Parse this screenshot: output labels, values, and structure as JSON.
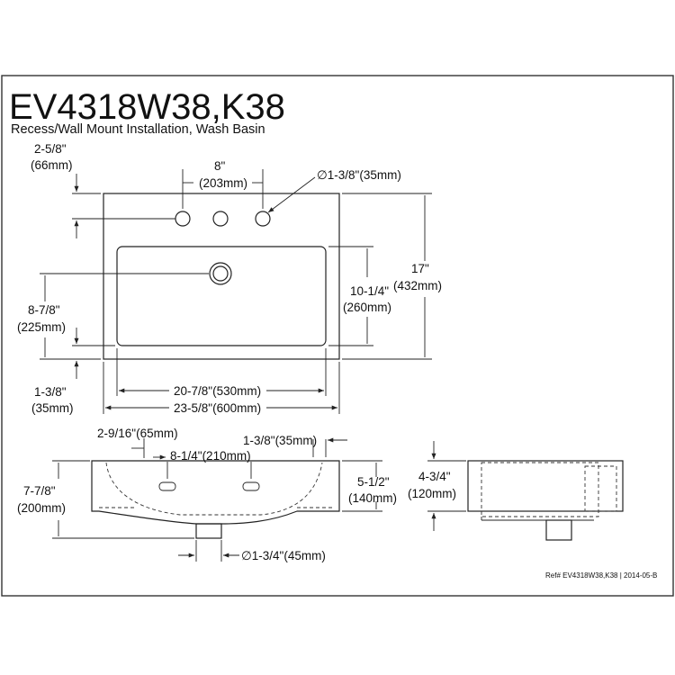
{
  "header": {
    "model": "EV4318W38,K38",
    "subtitle": "Recess/Wall Mount Installation, Wash Basin"
  },
  "top_view": {
    "back_edge_to_holes": [
      "2-5/8\"",
      "(66mm)"
    ],
    "hole_spread": [
      "8\"",
      "(203mm)"
    ],
    "hole_diameter": "∅1-3/8\"(35mm)",
    "depth": [
      "17\"",
      "(432mm)"
    ],
    "bowl_depth": [
      "10-1/4\"",
      "(260mm)"
    ],
    "drain_to_front": [
      "8-7/8\"",
      "(225mm)"
    ],
    "front_lip": [
      "1-3/8\"",
      "(35mm)"
    ],
    "bowl_width": "20-7/8\"(530mm)",
    "overall_width": "23-5/8\"(600mm)"
  },
  "front_view": {
    "overflow_offset": "2-9/16\"(65mm)",
    "overflow_spread": "8-1/4\"(210mm)",
    "rim_to_overflow": "1-3/8\"(35mm)",
    "overall_height": [
      "7-7/8\"",
      "(200mm)"
    ],
    "bowl_height": [
      "5-1/2\"",
      "(140mm)"
    ],
    "drain_diameter": "∅1-3/4\"(45mm)"
  },
  "side_view": {
    "height": [
      "4-3/4\"",
      "(120mm)"
    ]
  },
  "footer": {
    "reference": "Ref# EV4318W38,K38 | 2014-05-B"
  }
}
